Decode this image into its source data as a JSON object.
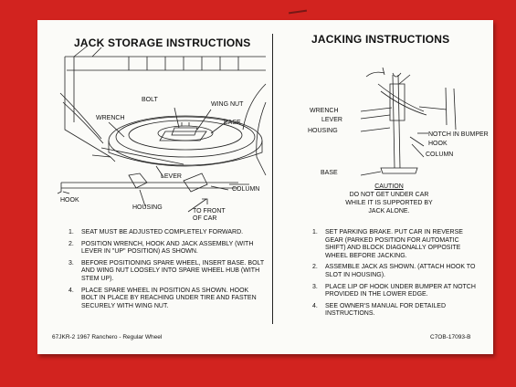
{
  "left": {
    "title": "JACK STORAGE INSTRUCTIONS",
    "labels": {
      "bolt": "BOLT",
      "wing_nut": "WING NUT",
      "wrench": "WRENCH",
      "base": "BASE",
      "lever": "LEVER",
      "hook": "HOOK",
      "housing": "HOUSING",
      "column": "COLUMN",
      "to_front": "TO FRONT",
      "of_car": "OF CAR"
    },
    "steps": [
      {
        "num": "1.",
        "text": "SEAT MUST BE ADJUSTED COMPLETELY FORWARD."
      },
      {
        "num": "2.",
        "text": "POSITION WRENCH, HOOK AND JACK ASSEMBLY (WITH LEVER IN \"UP\" POSITION) AS SHOWN."
      },
      {
        "num": "3.",
        "text": "BEFORE POSITIONING SPARE WHEEL, INSERT BASE. BOLT AND WING NUT LOOSELY INTO SPARE WHEEL HUB (WITH STEM UP)."
      },
      {
        "num": "4.",
        "text": "PLACE SPARE WHEEL IN POSITION AS SHOWN. HOOK BOLT IN PLACE BY REACHING UNDER TIRE AND FASTEN SECURELY WITH WING NUT."
      }
    ],
    "footer": "67JKR-2   1967 Ranchero - Regular Wheel"
  },
  "right": {
    "title": "JACKING INSTRUCTIONS",
    "labels": {
      "wrench": "WRENCH",
      "lever": "LEVER",
      "housing": "HOUSING",
      "notch": "NOTCH IN BUMPER",
      "hook": "HOOK",
      "column": "COLUMN",
      "base": "BASE"
    },
    "caution_heading": "CAUTION",
    "caution_body": "DO NOT GET UNDER CAR WHILE IT IS SUPPORTED BY JACK ALONE.",
    "steps": [
      {
        "num": "1.",
        "text": "SET PARKING BRAKE. PUT CAR IN REVERSE GEAR (PARKED POSITION FOR AUTOMATIC SHIFT) AND BLOCK DIAGONALLY OPPOSITE WHEEL BEFORE JACKING."
      },
      {
        "num": "2.",
        "text": "ASSEMBLE JACK AS SHOWN. (ATTACH HOOK TO SLOT IN HOUSING)."
      },
      {
        "num": "3.",
        "text": "PLACE LIP OF HOOK UNDER BUMPER AT NOTCH PROVIDED IN THE LOWER EDGE."
      },
      {
        "num": "4.",
        "text": "SEE OWNER'S MANUAL FOR DETAILED INSTRUCTIONS."
      }
    ],
    "footer": "C7OB-17093-B"
  }
}
